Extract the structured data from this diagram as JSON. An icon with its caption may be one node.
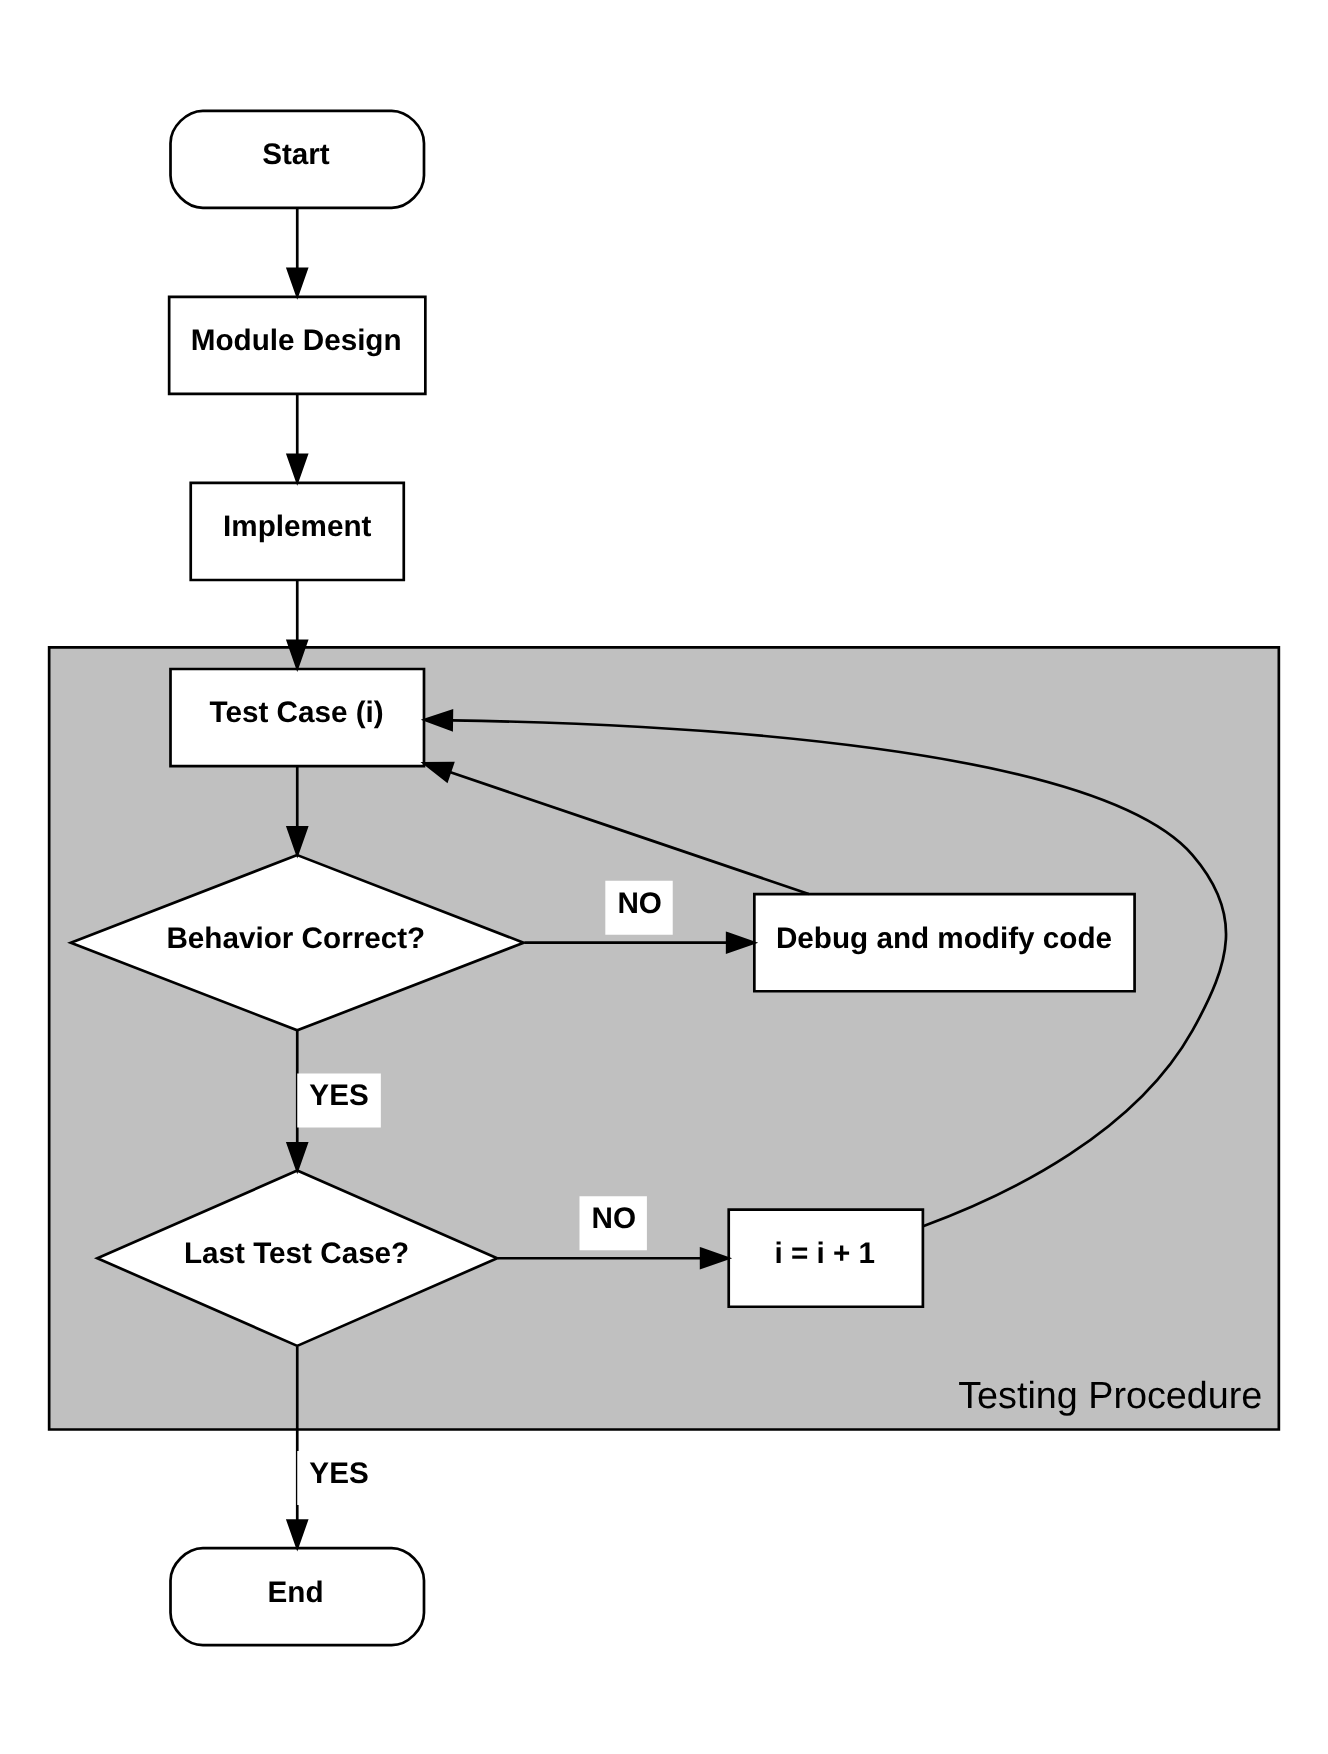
{
  "diagram": {
    "nodes": [
      {
        "text": [
          "Start"
        ]
      },
      {
        "text": [
          "Module Design"
        ]
      },
      {
        "text": [
          "Implement"
        ]
      },
      {
        "text": [
          "Testing Procedure"
        ]
      },
      {
        "text": [
          "Test Case (i)"
        ],
        "in": 3
      },
      {
        "text": [
          "Debug and modify code"
        ],
        "in": 3
      },
      {
        "text": [
          "Behavior Correct?"
        ],
        "in": 3
      },
      {
        "text": [
          "i = i + 1"
        ],
        "in": 3
      },
      {
        "text": [
          "Last Test Case?"
        ],
        "in": 3
      },
      {
        "text": [
          "End"
        ]
      }
    ],
    "edges": [
      {
        "from": 0,
        "to": 1,
        "arrow": "to"
      },
      {
        "from": 1,
        "to": 2,
        "arrow": "to"
      },
      {
        "from": 2,
        "to": 4,
        "arrow": "to"
      },
      {
        "from": 4,
        "to": 6,
        "arrow": "to"
      },
      {
        "from": 6,
        "to": 5,
        "arrow": "to",
        "label": "NO"
      },
      {
        "from": 5,
        "to": 4,
        "arrow": "to"
      },
      {
        "from": 6,
        "to": 8,
        "arrow": "to",
        "label": "YES"
      },
      {
        "from": 8,
        "to": 7,
        "arrow": "to",
        "label": "NO"
      },
      {
        "from": 7,
        "to": 4,
        "arrow": "to"
      },
      {
        "from": 8,
        "to": 9,
        "arrow": "to",
        "label": "YES"
      }
    ]
  }
}
